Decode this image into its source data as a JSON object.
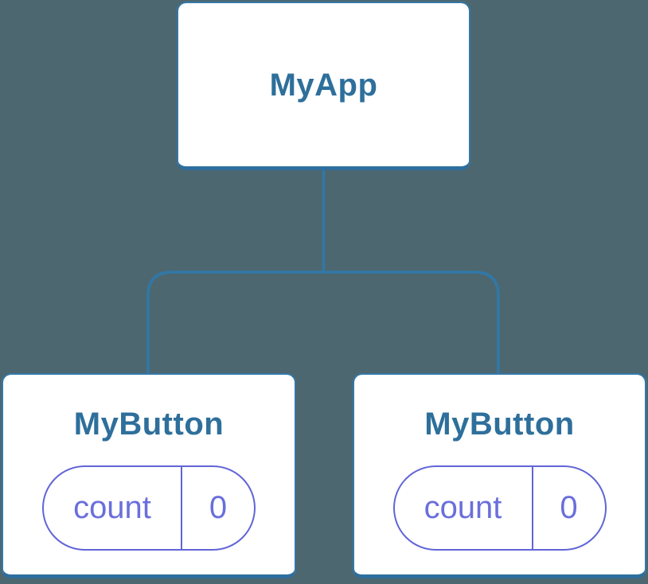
{
  "colors": {
    "background": "#4D6770",
    "connector_line": "#3078A8",
    "box_fill": "#FFFFFF",
    "box_border": "#3478A8",
    "box_border_bottom": "#2E6E9E",
    "component_label": "#2E6F9B",
    "state_pill_border": "#6165D6",
    "state_pill_text": "#6A6FDB"
  },
  "tree": {
    "root": {
      "label": "MyApp"
    },
    "children": [
      {
        "label": "MyButton",
        "state": {
          "name": "count",
          "value": "0"
        }
      },
      {
        "label": "MyButton",
        "state": {
          "name": "count",
          "value": "0"
        }
      }
    ]
  }
}
